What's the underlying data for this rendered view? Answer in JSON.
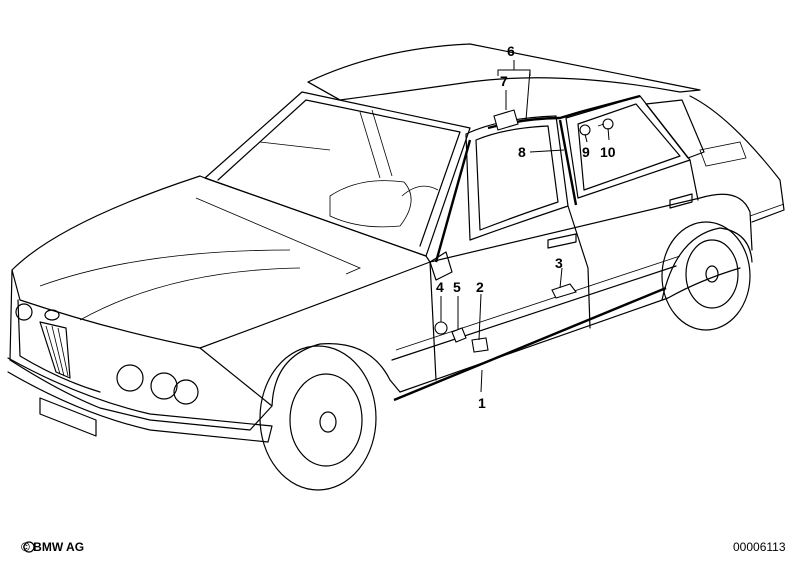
{
  "diagram": {
    "callouts": [
      "1",
      "2",
      "3",
      "4",
      "5",
      "6",
      "7",
      "8",
      "9",
      "10"
    ]
  },
  "footer": {
    "copyright": "© BMW AG",
    "part_number": "00006113"
  }
}
